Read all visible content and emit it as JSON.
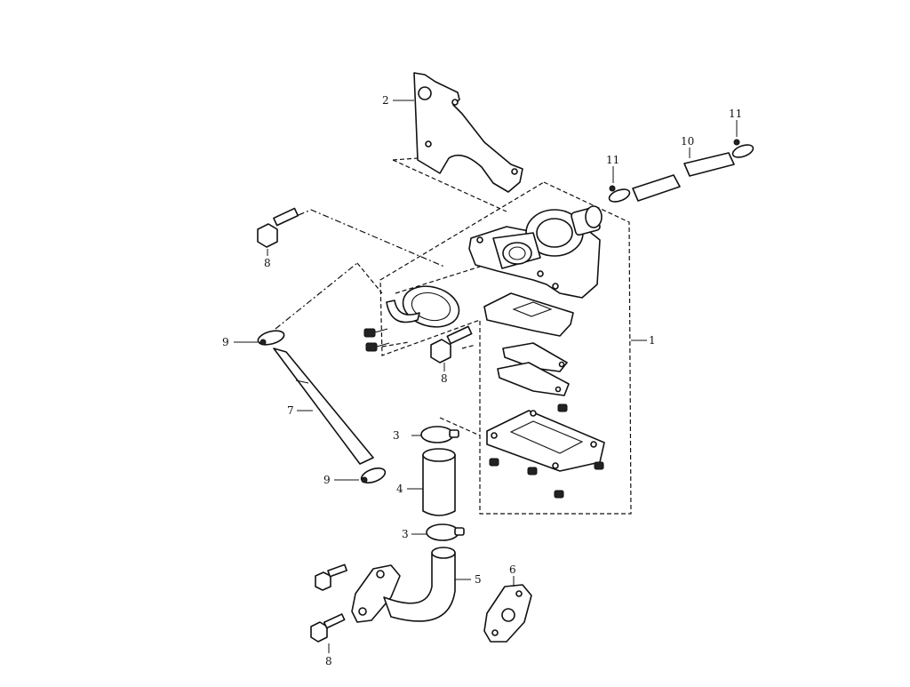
{
  "diagram": {
    "callouts": {
      "c1": "1",
      "c2": "2",
      "c3a": "3",
      "c3b": "3",
      "c4": "4",
      "c5": "5",
      "c6": "6",
      "c7": "7",
      "c8a": "8",
      "c8b": "8",
      "c8c": "8",
      "c9a": "9",
      "c9b": "9",
      "c10": "10",
      "c11a": "11",
      "c11b": "11"
    }
  }
}
